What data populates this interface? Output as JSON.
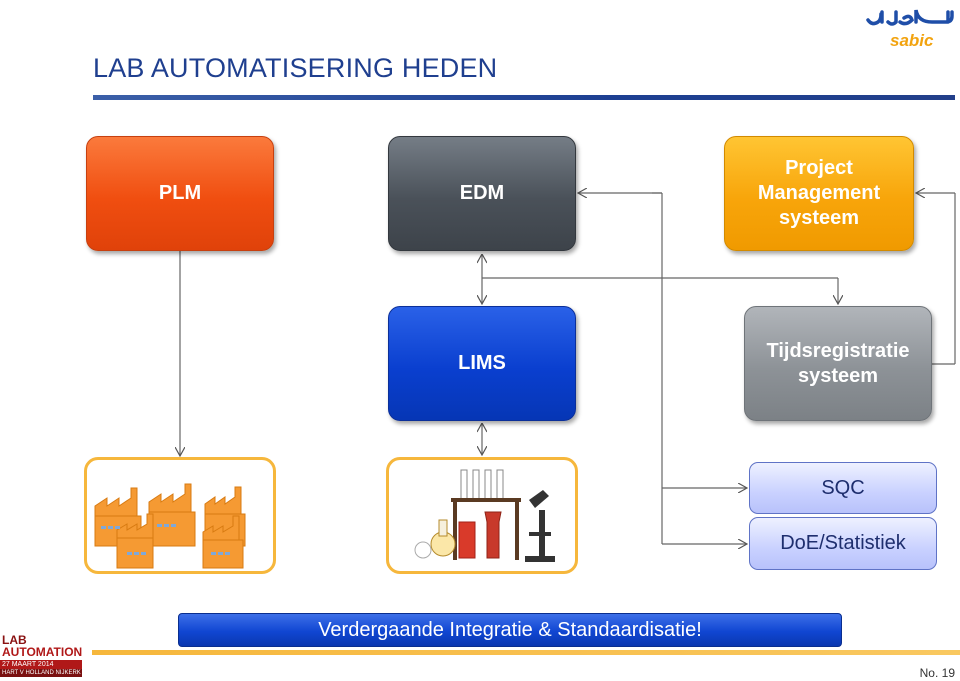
{
  "slide": {
    "title": "LAB AUTOMATISERING HEDEN",
    "page_number": "No. 19",
    "banner": "Verdergaande Integratie & Standaardisatie!"
  },
  "logos": {
    "sabic": "sabic",
    "lab_automation_line1": "LAB",
    "lab_automation_line2": "AUTOMATION",
    "lab_automation_date": "27 MAART 2014",
    "lab_automation_venue": "HART V HOLLAND NIJKERK"
  },
  "boxes": {
    "plm": "PLM",
    "edm": "EDM",
    "pms": "Project Management systeem",
    "lims": "LIMS",
    "tijd": "Tijdsregistratie systeem",
    "sqc": "SQC",
    "doe": "DoE/Statistiek"
  },
  "colors": {
    "plm": "#f04e10",
    "edm": "#4a5159",
    "pms": "#f8a50a",
    "lims": "#0a3fcf",
    "tijd": "#8d9297",
    "title": "#1f3f8f",
    "accent_orange": "#f6b73c"
  },
  "images": {
    "factories": "factories-illustration",
    "lab_equipment": "lab-equipment-illustration"
  }
}
